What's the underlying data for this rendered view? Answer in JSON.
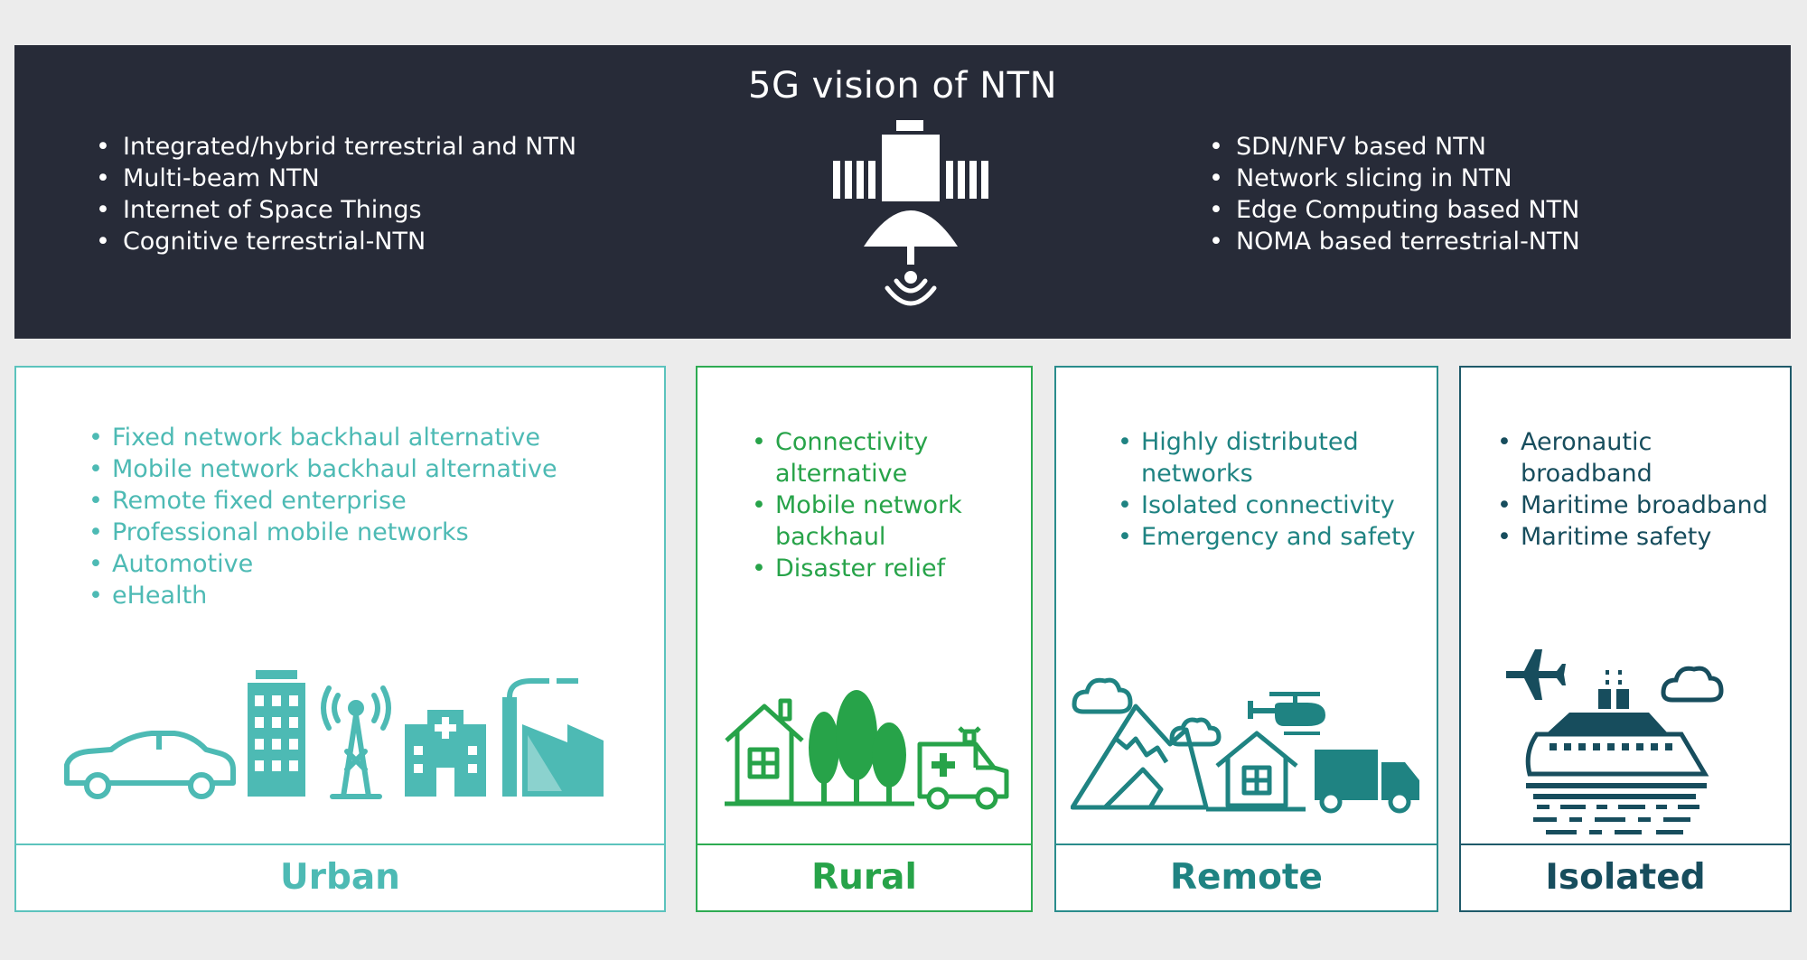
{
  "banner": {
    "title": "5G vision of NTN",
    "left_items": [
      "Integrated/hybrid terrestrial and NTN",
      "Multi-beam NTN",
      "Internet of Space Things",
      "Cognitive terrestrial-NTN"
    ],
    "right_items": [
      "SDN/NFV based NTN",
      "Network slicing in NTN",
      "Edge Computing based NTN",
      "NOMA based terrestrial-NTN"
    ],
    "icon": "satellite-icon"
  },
  "panels": {
    "urban": {
      "label": "Urban",
      "color": "#4dbab4",
      "items": [
        "Fixed network backhaul alternative",
        "Mobile network backhaul alternative",
        "Remote fixed enterprise",
        "Professional mobile networks",
        "Automotive",
        "eHealth"
      ],
      "icons": [
        "car-icon",
        "office-building-icon",
        "radio-tower-icon",
        "hospital-icon",
        "factory-icon"
      ]
    },
    "rural": {
      "label": "Rural",
      "color": "#27a349",
      "items": [
        "Connectivity alternative",
        "Mobile network backhaul",
        "Disaster relief"
      ],
      "icons": [
        "house-icon",
        "trees-icon",
        "ambulance-icon"
      ]
    },
    "remote": {
      "label": "Remote",
      "color": "#1f8382",
      "items": [
        "Highly distributed networks",
        "Isolated connectivity",
        "Emergency and safety"
      ],
      "icons": [
        "cloud-icon",
        "mountain-icon",
        "helicopter-icon",
        "house-icon",
        "truck-icon"
      ]
    },
    "isolated": {
      "label": "Isolated",
      "color": "#174d5d",
      "items": [
        "Aeronautic broadband",
        "Maritime broadband",
        "Maritime safety"
      ],
      "icons": [
        "airplane-icon",
        "cloud-icon",
        "cruise-ship-icon",
        "waves-icon"
      ]
    }
  }
}
